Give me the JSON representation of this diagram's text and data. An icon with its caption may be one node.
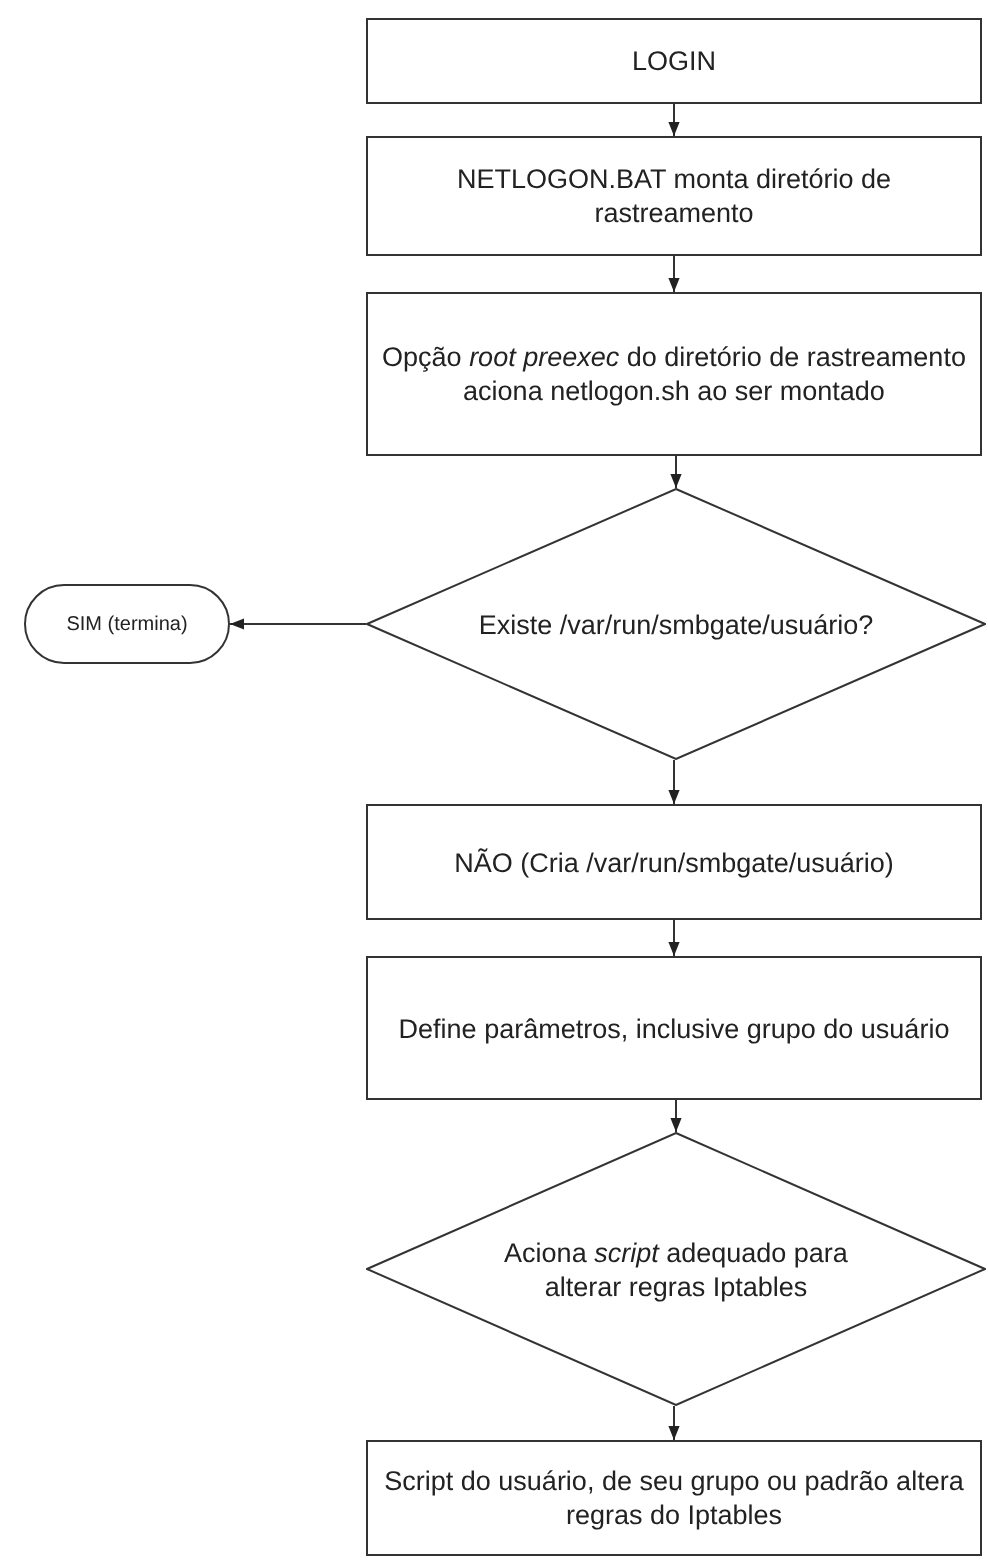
{
  "diagram": {
    "nodes": [
      {
        "text": [
          "LOGIN"
        ]
      },
      {
        "text": [
          "NETLOGON.BAT monta diretório de rastreamento"
        ]
      },
      {
        "text": [
          "Opção *root preexec* do diretório de rastreamento aciona netlogon.sh ao ser montado"
        ]
      },
      {
        "text": [
          "SIM (termina)"
        ]
      },
      {
        "text": [
          "Existe /var/run/smbgate/usuário?"
        ]
      },
      {
        "text": [
          "NÃO (Cria /var/run/smbgate/usuário)"
        ]
      },
      {
        "text": [
          "Define parâmetros, inclusive grupo do usuário"
        ]
      },
      {
        "text": [
          "Aciona *script* adequado para alterar regras Iptables"
        ]
      },
      {
        "text": [
          "Script do usuário, de seu grupo ou padrão altera regras do Iptables"
        ]
      }
    ],
    "edges": [
      {
        "from": 0,
        "to": 1,
        "arrow": "to"
      },
      {
        "from": 1,
        "to": 2,
        "arrow": "to"
      },
      {
        "from": 2,
        "to": 4,
        "arrow": "to"
      },
      {
        "from": 4,
        "to": 3,
        "arrow": "to"
      },
      {
        "from": 4,
        "to": 5,
        "arrow": "to"
      },
      {
        "from": 5,
        "to": 6,
        "arrow": "to"
      },
      {
        "from": 6,
        "to": 7,
        "arrow": "to"
      },
      {
        "from": 7,
        "to": 8,
        "arrow": "to"
      }
    ]
  }
}
